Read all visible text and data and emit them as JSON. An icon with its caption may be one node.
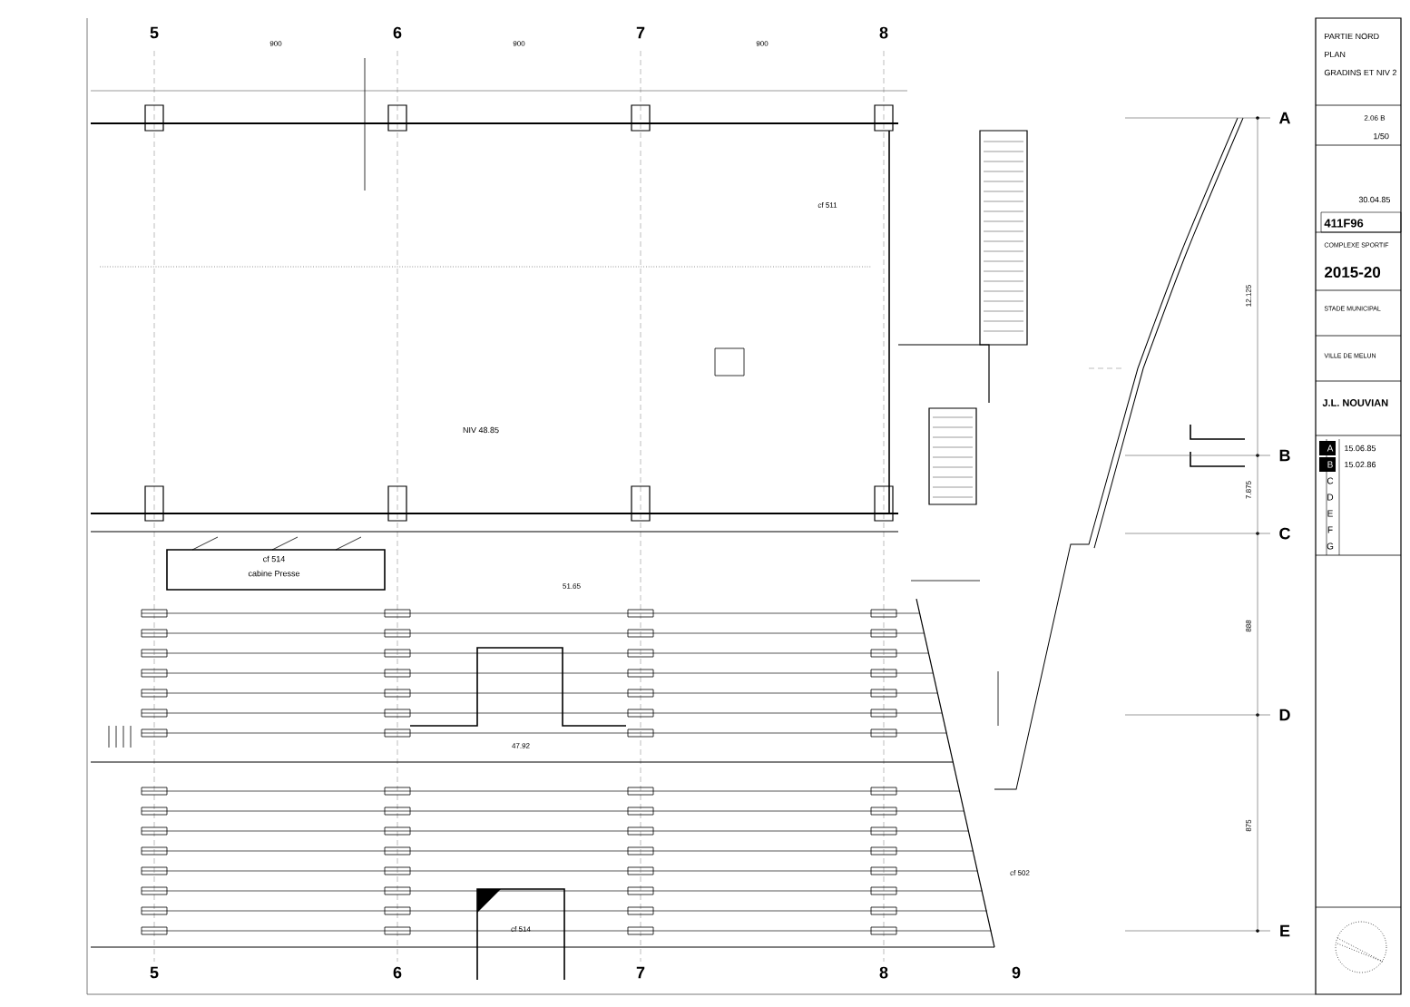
{
  "diagram": {
    "labels": [
      "5",
      "6",
      "7",
      "8",
      "900",
      "900",
      "900",
      "NIV 48.85",
      "cf 511",
      "cf 514",
      "cabine Presse",
      "51.65",
      "47.92",
      "cf 514",
      "cf 502",
      "A",
      "B",
      "C",
      "D",
      "E",
      "12.125",
      "7.875",
      "888",
      "875",
      "5",
      "6",
      "7",
      "8",
      "9",
      "PARTIE NORD",
      "PLAN",
      "GRADINS ET NIV 2",
      "2.06 B",
      "1/50",
      "30.04.85",
      "411F96",
      "COMPLEXE SPORTIF",
      "2015-20",
      "STADE MUNICIPAL",
      "VILLE DE MELUN",
      "J.L. NOUVIAN",
      "A",
      "15.06.85",
      "B",
      "15.02.86",
      "C",
      "D",
      "E",
      "F",
      "G"
    ]
  }
}
